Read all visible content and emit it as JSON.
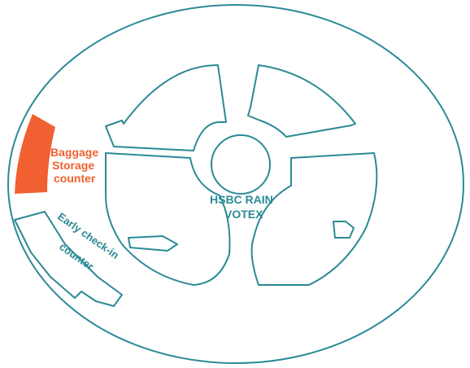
{
  "map": {
    "colors": {
      "outline": "#2b8a95",
      "baggage_fill": "#f06030",
      "background": "#ffffff"
    },
    "labels": {
      "baggage_line1": "Baggage",
      "baggage_line2": "Storage",
      "baggage_line3": "counter",
      "checkin_line1": "Early check-in",
      "checkin_line2": "counter",
      "vortex_line1": "HSBC RAIN",
      "vortex_line2": "VOTEX"
    }
  }
}
